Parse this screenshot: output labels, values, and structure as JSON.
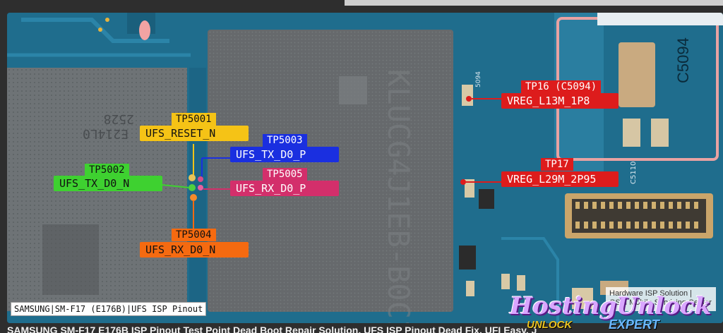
{
  "labels": {
    "tp5001": {
      "tp": "TP5001",
      "signal": "UFS_RESET_N"
    },
    "tp5003": {
      "tp": "TP5003",
      "signal": "UFS_TX_D0_P"
    },
    "tp5002": {
      "tp": "TP5002",
      "signal": "UFS_TX_D0_N"
    },
    "tp5005": {
      "tp": "TP5005",
      "signal": "UFS_RX_D0_P"
    },
    "tp5004": {
      "tp": "TP5004",
      "signal": "UFS_RX_D0_N"
    },
    "tp16": {
      "tp": "TP16 (C5094)",
      "signal": "VREG_L13M_1P8"
    },
    "tp17": {
      "tp": "TP17",
      "signal": "VREG_L29M_2P95"
    }
  },
  "silkscreen": {
    "c5094_big": "C5094",
    "c5094_small": "5094",
    "c5110": "C5110",
    "chip_left_line1": "2528",
    "chip_left_line2": "E214L0"
  },
  "caption": "SAMSUNG|SM-F17 (E176B)|UFS ISP Pinout",
  "footer_title": "SAMSUNG SM-F17 E176B ISP Pinout Test Point Dead Boot Repair Solution, UFS ISP Pinout Dead Fix, UFI Easy, J",
  "watermark": {
    "box_line1": "Hardware ISP Solution |",
    "box_line2": "GSM Mobile Servicing Center",
    "brand": "HostingUnlock",
    "sub1": "UNLOCK",
    "sub2": "EXPERT"
  },
  "colors": {
    "board": "#1e6a8a",
    "yellow": "#f5c316",
    "blue": "#1a2fe0",
    "green": "#3ed130",
    "pink": "#d32f6b",
    "orange": "#f56a10",
    "red": "#dd1c1c"
  }
}
